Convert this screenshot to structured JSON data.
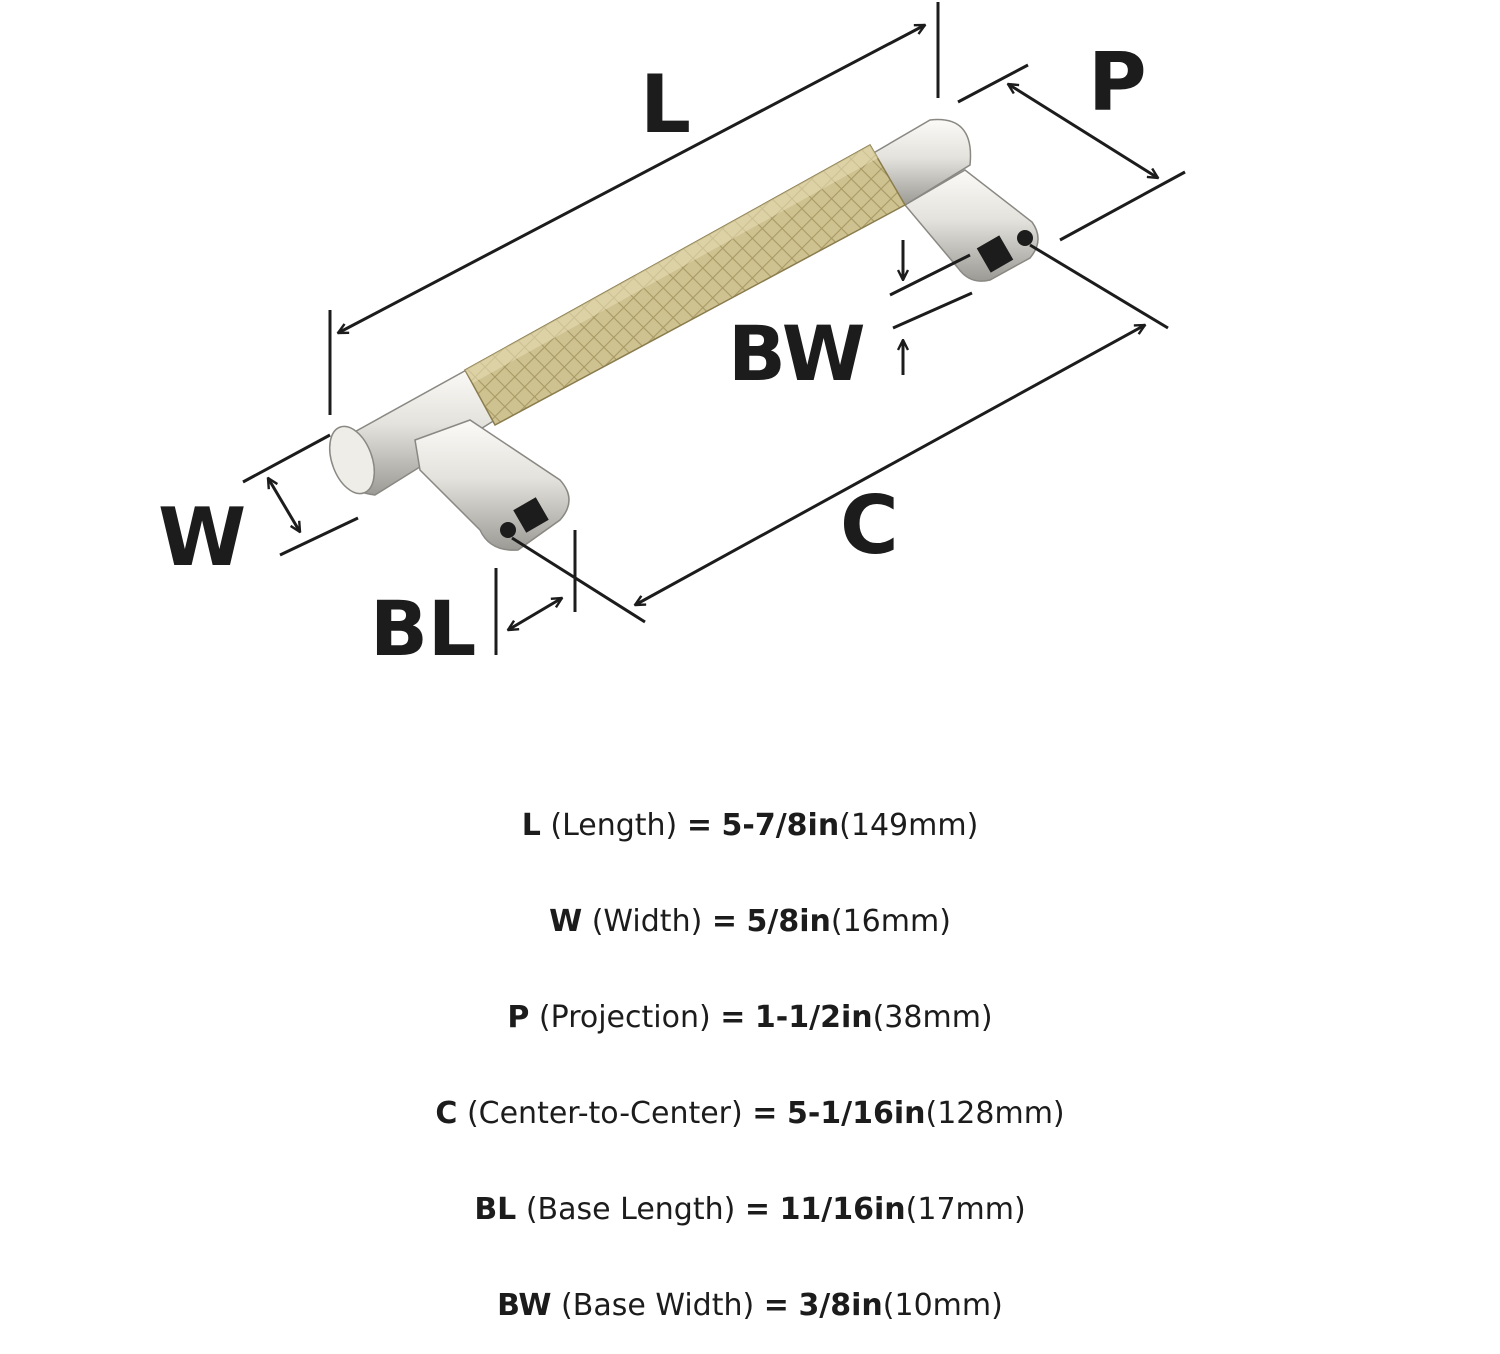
{
  "diagram": {
    "labels": {
      "L": "L",
      "P": "P",
      "BW": "BW",
      "W": "W",
      "C": "C",
      "BL": "BL"
    },
    "colors": {
      "line": "#1c1c1c",
      "chrome": "#e4e2dc",
      "chrome_highlight": "#fbfaf7",
      "chrome_shadow": "#9c9a94",
      "brass": "#cfc291",
      "brass_dark": "#a89a65"
    }
  },
  "specs": [
    {
      "code": "L",
      "name": "(Length)",
      "eq": "=",
      "imperial": "5-7/8in",
      "metric": "(149mm)"
    },
    {
      "code": "W",
      "name": "(Width)",
      "eq": "=",
      "imperial": "5/8in",
      "metric": "(16mm)"
    },
    {
      "code": "P",
      "name": "(Projection)",
      "eq": "=",
      "imperial": "1-1/2in",
      "metric": "(38mm)"
    },
    {
      "code": "C",
      "name": "(Center-to-Center)",
      "eq": "=",
      "imperial": "5-1/16in",
      "metric": "(128mm)"
    },
    {
      "code": "BL",
      "name": "(Base Length)",
      "eq": "=",
      "imperial": "11/16in",
      "metric": "(17mm)"
    },
    {
      "code": "BW",
      "name": "(Base Width)",
      "eq": "=",
      "imperial": "3/8in",
      "metric": "(10mm)"
    }
  ]
}
